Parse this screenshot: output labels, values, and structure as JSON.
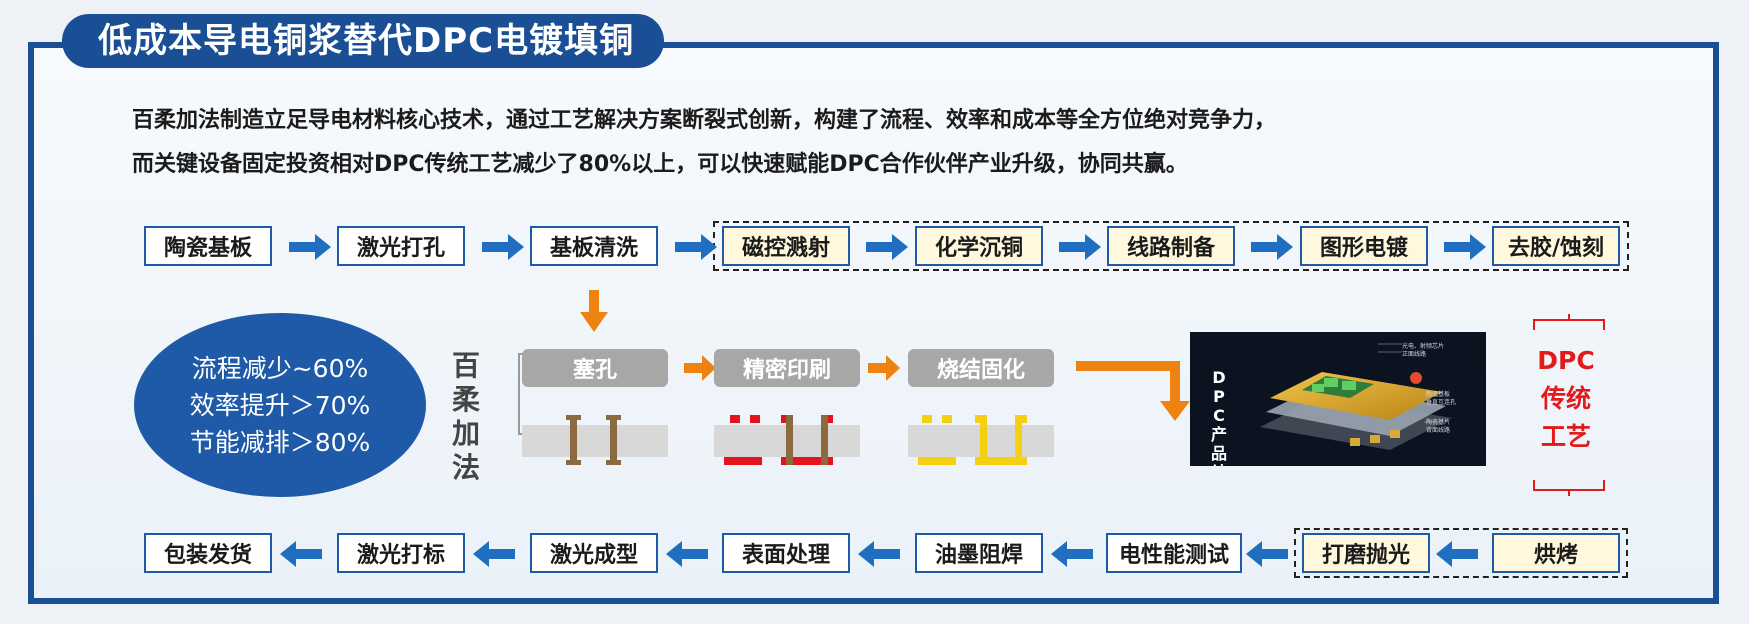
{
  "title": "低成本导电铜浆替代DPC电镀填铜",
  "intro": {
    "line1": "百柔加法制造立足导电材料核心技术，通过工艺解决方案断裂式创新，构建了流程、效率和成本等全方位绝对竞争力，",
    "line2": "而关键设备固定投资相对DPC传统工艺减少了80%以上，可以快速赋能DPC合作伙伴产业升级，协同共赢。"
  },
  "top_row": [
    "陶瓷基板",
    "激光打孔",
    "基板清洗",
    "磁控溅射",
    "化学沉铜",
    "线路制备",
    "图形电镀",
    "去胶/蚀刻"
  ],
  "bottom_row": [
    "包装发货",
    "激光打标",
    "激光成型",
    "表面处理",
    "油墨阻焊",
    "电性能测试",
    "打磨抛光",
    "烘烤"
  ],
  "benefits": [
    "流程减少~60%",
    "效率提升＞70%",
    "节能减排＞80%"
  ],
  "additive_label": "百柔加法",
  "additive_steps": [
    "塞孔",
    "精密印刷",
    "烧结固化"
  ],
  "product": {
    "vertical_label": "DPC产品结构",
    "labels": [
      "光电、射频芯片",
      "正面线路",
      "陶瓷基板",
      "垂直互连孔",
      "陶瓷基片",
      "背面线路"
    ]
  },
  "dpc_label": [
    "DPC",
    "传统",
    "工艺"
  ],
  "colors": {
    "frame_blue": "#1a4f96",
    "box_border": "#1f5aa8",
    "flow_arrow": "#1f6ec0",
    "additive_arrow": "#ee8312",
    "copper": "#8a6a3e",
    "ink_red": "#e3141d",
    "sinter_yellow": "#f4cf12",
    "dpc_red": "#e21a1a"
  }
}
